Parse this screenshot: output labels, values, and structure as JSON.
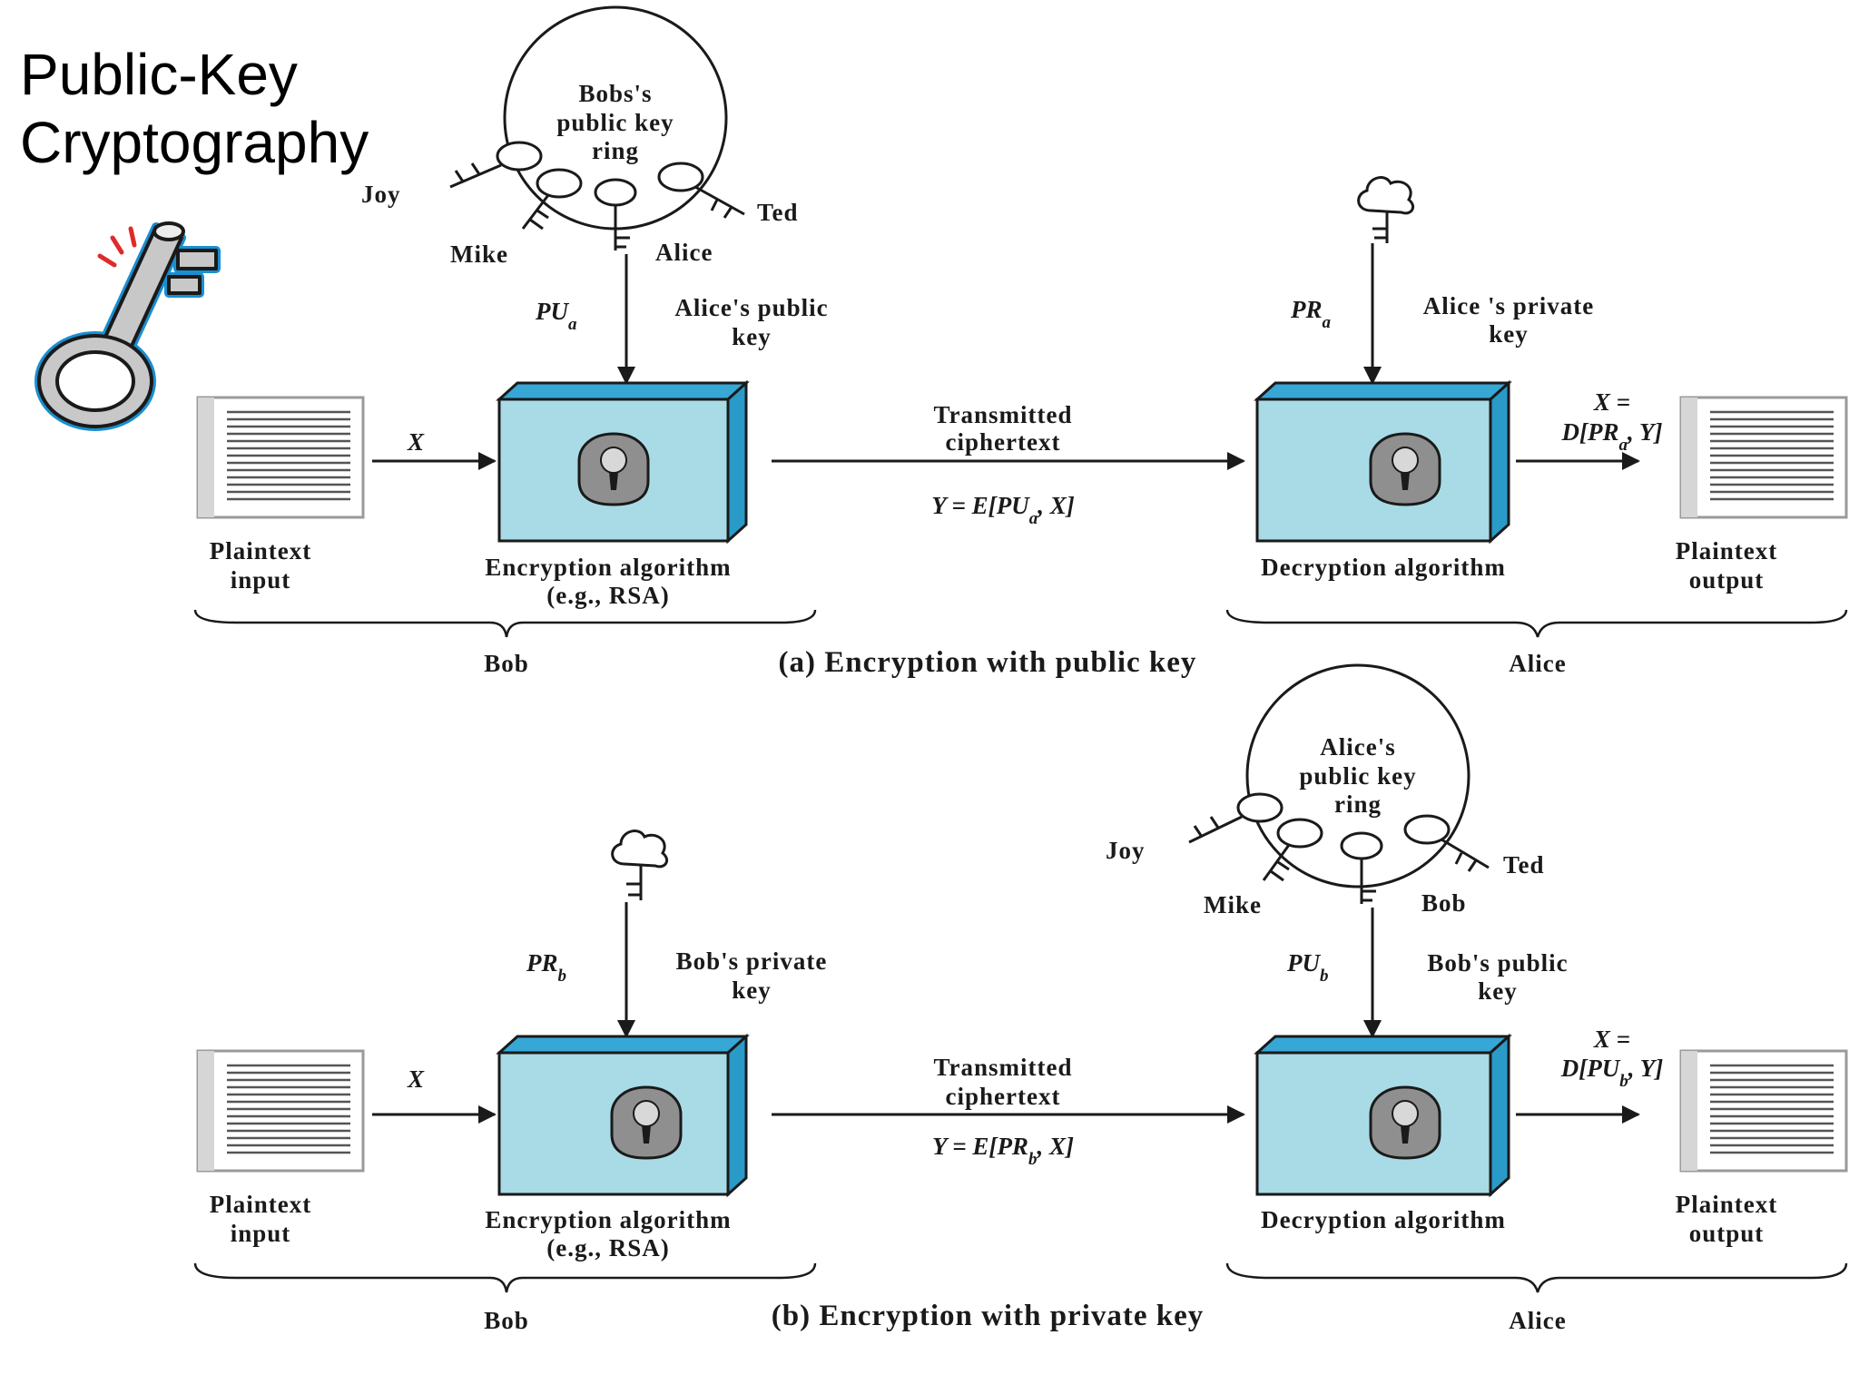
{
  "title": {
    "line1": "Public-Key",
    "line2": "Cryptography"
  },
  "colors": {
    "box_front": "#a9dbe7",
    "box_side": "#2a9ac9",
    "box_top": "#37a7d6",
    "stroke": "#1a1a1a",
    "clipart_key": "#c8c8c8",
    "clipart_outline": "#1a8fd0",
    "sparkle": "#e02a2a"
  },
  "panel_a": {
    "ring": {
      "line1": "Bobs's",
      "line2": "public key",
      "line3": "ring"
    },
    "ring_keys": {
      "joy": "Joy",
      "mike": "Mike",
      "alice": "Alice",
      "ted": "Ted"
    },
    "key_in_sym": "PU",
    "key_in_sub": "a",
    "key_in_l1": "Alice's public",
    "key_in_l2": "key",
    "key_out_sym": "PR",
    "key_out_sub": "a",
    "key_out_l1": "Alice 's private",
    "key_out_l2": "key",
    "x_label": "X",
    "tx_l1": "Transmitted",
    "tx_l2": "ciphertext",
    "eq_pre": "Y = E[",
    "eq_sym": "PU",
    "eq_sub": "a",
    "eq_post": ", X]",
    "out_eq_l1": "X =",
    "out_pre": "D[",
    "out_sym": "PR",
    "out_sub": "a",
    "out_post": ", Y]",
    "pt_in_l1": "Plaintext",
    "pt_in_l2": "input",
    "enc_l1": "Encryption algorithm",
    "enc_l2": "(e.g., RSA)",
    "dec": "Decryption algorithm",
    "pt_out_l1": "Plaintext",
    "pt_out_l2": "output",
    "left_party": "Bob",
    "right_party": "Alice",
    "caption": "(a) Encryption with public key"
  },
  "panel_b": {
    "ring": {
      "line1": "Alice's",
      "line2": "public key",
      "line3": "ring"
    },
    "ring_keys": {
      "joy": "Joy",
      "mike": "Mike",
      "bob": "Bob",
      "ted": "Ted"
    },
    "key_in_sym": "PR",
    "key_in_sub": "b",
    "key_in_l1": "Bob's private",
    "key_in_l2": "key",
    "key_out_sym": "PU",
    "key_out_sub": "b",
    "key_out_l1": "Bob's public",
    "key_out_l2": "key",
    "x_label": "X",
    "tx_l1": "Transmitted",
    "tx_l2": "ciphertext",
    "eq_pre": "Y = E[",
    "eq_sym": "PR",
    "eq_sub": "b",
    "eq_post": ", X]",
    "out_eq_l1": "X =",
    "out_pre": "D[",
    "out_sym": "PU",
    "out_sub": "b",
    "out_post": ", Y]",
    "pt_in_l1": "Plaintext",
    "pt_in_l2": "input",
    "enc_l1": "Encryption algorithm",
    "enc_l2": "(e.g., RSA)",
    "dec": "Decryption algorithm",
    "pt_out_l1": "Plaintext",
    "pt_out_l2": "output",
    "left_party": "Bob",
    "right_party": "Alice",
    "caption": "(b) Encryption with private key"
  }
}
